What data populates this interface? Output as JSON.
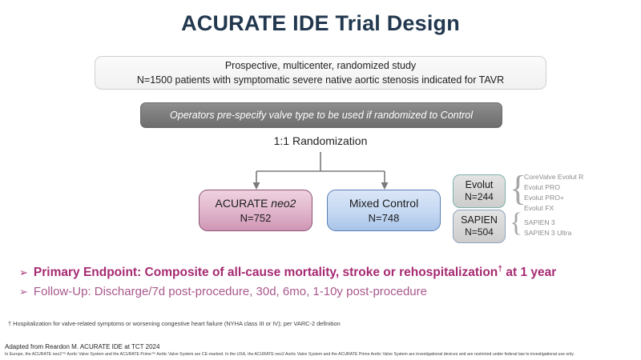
{
  "slide": {
    "title": "ACURATE IDE Trial Design"
  },
  "study_box": {
    "line1": "Prospective, multicenter, randomized study",
    "line2": "N=1500 patients with symptomatic severe native aortic stenosis indicated for TAVR"
  },
  "operator_bar": {
    "text": "Operators pre-specify valve type to be used if randomized to Control"
  },
  "randomization": {
    "label": "1:1 Randomization"
  },
  "arms": [
    {
      "name_prefix": "ACURATE ",
      "name_italic": "neo2",
      "n": "N=752",
      "color": "#cf96b5"
    },
    {
      "name_prefix": "Mixed Control",
      "name_italic": "",
      "n": "N=748",
      "color": "#a9c4e8"
    }
  ],
  "valve_groups": [
    {
      "name": "Evolut",
      "n": "N=244",
      "border_color": "#7cb3ab",
      "brace": "{",
      "types": [
        "CoreValve Evolut R",
        "Evolut PRO",
        "Evolut PRO+",
        "Evolut FX"
      ]
    },
    {
      "name": "SAPIEN",
      "n": "N=504",
      "border_color": "#8fa3bd",
      "brace": "{",
      "types": [
        "SAPIEN 3",
        "SAPIEN 3 Ultra"
      ]
    }
  ],
  "endpoints": {
    "bullet_glyph": "➢",
    "primary_text": "Primary Endpoint: Composite of all-cause mortality, stroke or rehospitalization",
    "primary_dagger": "†",
    "primary_suffix": " at 1 year",
    "followup_text": "Follow-Up: Discharge/7d post-procedure, 30d, 6mo, 1-10y post-procedure"
  },
  "footnote": {
    "text": "† Hospitalization for valve-related symptoms or worsening congestive heart failure (NYHA class III or IV); per VARC-2 definition"
  },
  "attribution": {
    "source": "Adapted from Reardon M.  ACURATE IDE at TCT 2024",
    "legal": "In Europe, the ACURATE neo2™ Aortic Valve System and the ACURATE Prime™ Aortic Valve System are CE-marked. In the USA, the ACURATE neo2 Aortic Valve System and the ACURATE Prime Aortic Valve System are investigational devices and are restricted under federal law to investigational use only."
  },
  "colors": {
    "title": "#22384f",
    "accent_magenta": "#a62a72",
    "accent_magenta_light": "#a8588c",
    "connector": "#7a7a7a"
  }
}
